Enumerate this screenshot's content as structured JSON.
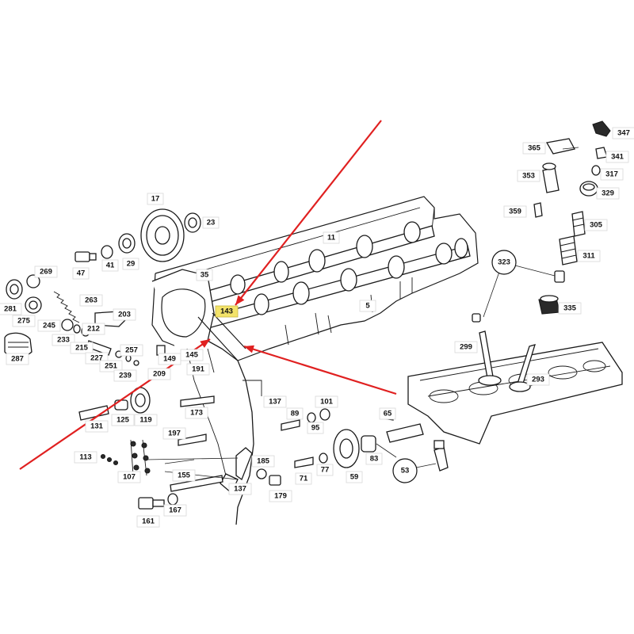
{
  "colors": {
    "arrow": "#e02020",
    "highlight": "#f3e36a",
    "line": "#1a1a1a",
    "background": "#ffffff"
  },
  "callouts": [
    {
      "id": "c347",
      "label": "347"
    },
    {
      "id": "c365",
      "label": "365"
    },
    {
      "id": "c341",
      "label": "341"
    },
    {
      "id": "c353",
      "label": "353"
    },
    {
      "id": "c317",
      "label": "317"
    },
    {
      "id": "c329",
      "label": "329"
    },
    {
      "id": "c359",
      "label": "359"
    },
    {
      "id": "c305",
      "label": "305"
    },
    {
      "id": "c311",
      "label": "311"
    },
    {
      "id": "c335",
      "label": "335"
    },
    {
      "id": "c17",
      "label": "17"
    },
    {
      "id": "c23",
      "label": "23"
    },
    {
      "id": "c11",
      "label": "11"
    },
    {
      "id": "c47",
      "label": "47"
    },
    {
      "id": "c41",
      "label": "41"
    },
    {
      "id": "c29",
      "label": "29"
    },
    {
      "id": "c35",
      "label": "35"
    },
    {
      "id": "c269",
      "label": "269"
    },
    {
      "id": "c263",
      "label": "263"
    },
    {
      "id": "c281",
      "label": "281"
    },
    {
      "id": "c275",
      "label": "275"
    },
    {
      "id": "c203",
      "label": "203"
    },
    {
      "id": "c143",
      "label": "143",
      "highlight": true
    },
    {
      "id": "c5",
      "label": "5"
    },
    {
      "id": "c245",
      "label": "245"
    },
    {
      "id": "c233",
      "label": "233"
    },
    {
      "id": "c212",
      "label": "212"
    },
    {
      "id": "c215",
      "label": "215"
    },
    {
      "id": "c287",
      "label": "287"
    },
    {
      "id": "c227",
      "label": "227"
    },
    {
      "id": "c257",
      "label": "257"
    },
    {
      "id": "c251",
      "label": "251"
    },
    {
      "id": "c239",
      "label": "239"
    },
    {
      "id": "c149",
      "label": "149"
    },
    {
      "id": "c145",
      "label": "145"
    },
    {
      "id": "c191",
      "label": "191"
    },
    {
      "id": "c209",
      "label": "209"
    },
    {
      "id": "c299",
      "label": "299"
    },
    {
      "id": "c293",
      "label": "293"
    },
    {
      "id": "c137a",
      "label": "137"
    },
    {
      "id": "c173",
      "label": "173"
    },
    {
      "id": "c131",
      "label": "131"
    },
    {
      "id": "c125",
      "label": "125"
    },
    {
      "id": "c119",
      "label": "119"
    },
    {
      "id": "c89",
      "label": "89"
    },
    {
      "id": "c95",
      "label": "95"
    },
    {
      "id": "c101",
      "label": "101"
    },
    {
      "id": "c65",
      "label": "65"
    },
    {
      "id": "c197",
      "label": "197"
    },
    {
      "id": "c113",
      "label": "113"
    },
    {
      "id": "c107",
      "label": "107"
    },
    {
      "id": "c185",
      "label": "185"
    },
    {
      "id": "c71",
      "label": "71"
    },
    {
      "id": "c77",
      "label": "77"
    },
    {
      "id": "c59",
      "label": "59"
    },
    {
      "id": "c83",
      "label": "83"
    },
    {
      "id": "c155",
      "label": "155"
    },
    {
      "id": "c137b",
      "label": "137"
    },
    {
      "id": "c179",
      "label": "179"
    },
    {
      "id": "c161",
      "label": "161"
    },
    {
      "id": "c167",
      "label": "167"
    }
  ],
  "circled_callouts": [
    {
      "id": "k323",
      "label": "323"
    },
    {
      "id": "k53",
      "label": "53"
    }
  ]
}
